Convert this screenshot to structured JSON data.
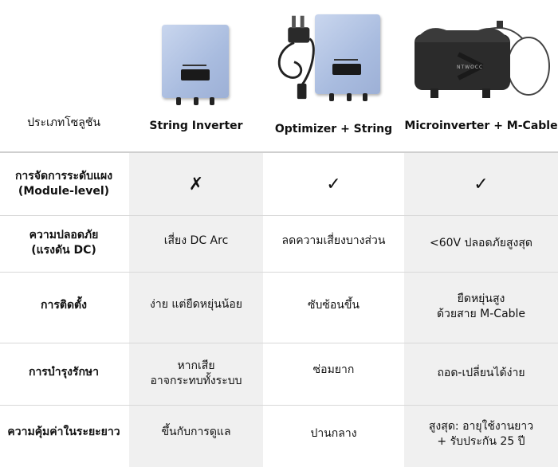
{
  "header": {
    "row_label": "ประเภทโซลูชัน",
    "columns": [
      "String Inverter",
      "Optimizer + String",
      "Microinverter + M-Cable"
    ]
  },
  "micro_brand": "NTWOCC",
  "rows": [
    {
      "label": "การจัดการระดับแผง\n(Module-level)",
      "values": [
        "✗",
        "✓",
        "✓"
      ]
    },
    {
      "label": "ความปลอดภัย\n(แรงดัน DC)",
      "values": [
        "เสี่ยง DC Arc",
        "ลดความเสี่ยงบางส่วน",
        "<60V ปลอดภัยสูงสุด"
      ]
    },
    {
      "label": "การติดตั้ง",
      "values": [
        "ง่าย แต่ยืดหยุ่นน้อย",
        "ซับซ้อนขึ้น",
        "ยืดหยุ่นสูง\nด้วยสาย M-Cable"
      ]
    },
    {
      "label": "การบำรุงรักษา",
      "values": [
        "หากเสีย\nอาจกระทบทั้งระบบ",
        "ซ่อมยาก",
        "ถอด-เปลี่ยนได้ง่าย"
      ]
    },
    {
      "label": "ความคุ้มค่าในระยะยาว",
      "values": [
        "ขึ้นกับการดูแล",
        "ปานกลาง",
        "สูงสุด: อายุใช้งานยาว\n+ รับประกัน 25 ปี"
      ]
    }
  ]
}
